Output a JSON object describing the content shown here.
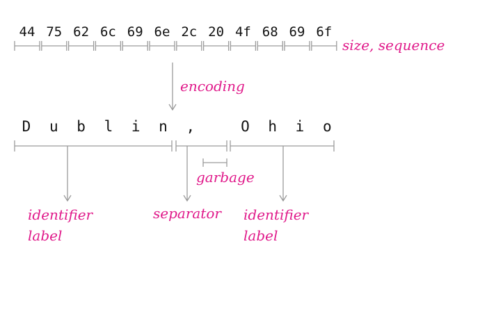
{
  "colors": {
    "annotation": "#e0198a",
    "bracket": "#9a9a9a",
    "text": "#111111"
  },
  "bytes": [
    "44",
    "75",
    "62",
    "6c",
    "69",
    "6e",
    "2c",
    "20",
    "4f",
    "68",
    "69",
    "6f"
  ],
  "characters": [
    "D",
    "u",
    "b",
    "l",
    "i",
    "n",
    ",",
    " ",
    "O",
    "h",
    "i",
    "o"
  ],
  "labels": {
    "size_sequence": "size, sequence",
    "encoding": "encoding",
    "garbage": "garbage",
    "separator": "separator",
    "identifier_left_line1": "identifier",
    "identifier_left_line2": "label",
    "identifier_right_line1": "identifier",
    "identifier_right_line2": "label"
  }
}
